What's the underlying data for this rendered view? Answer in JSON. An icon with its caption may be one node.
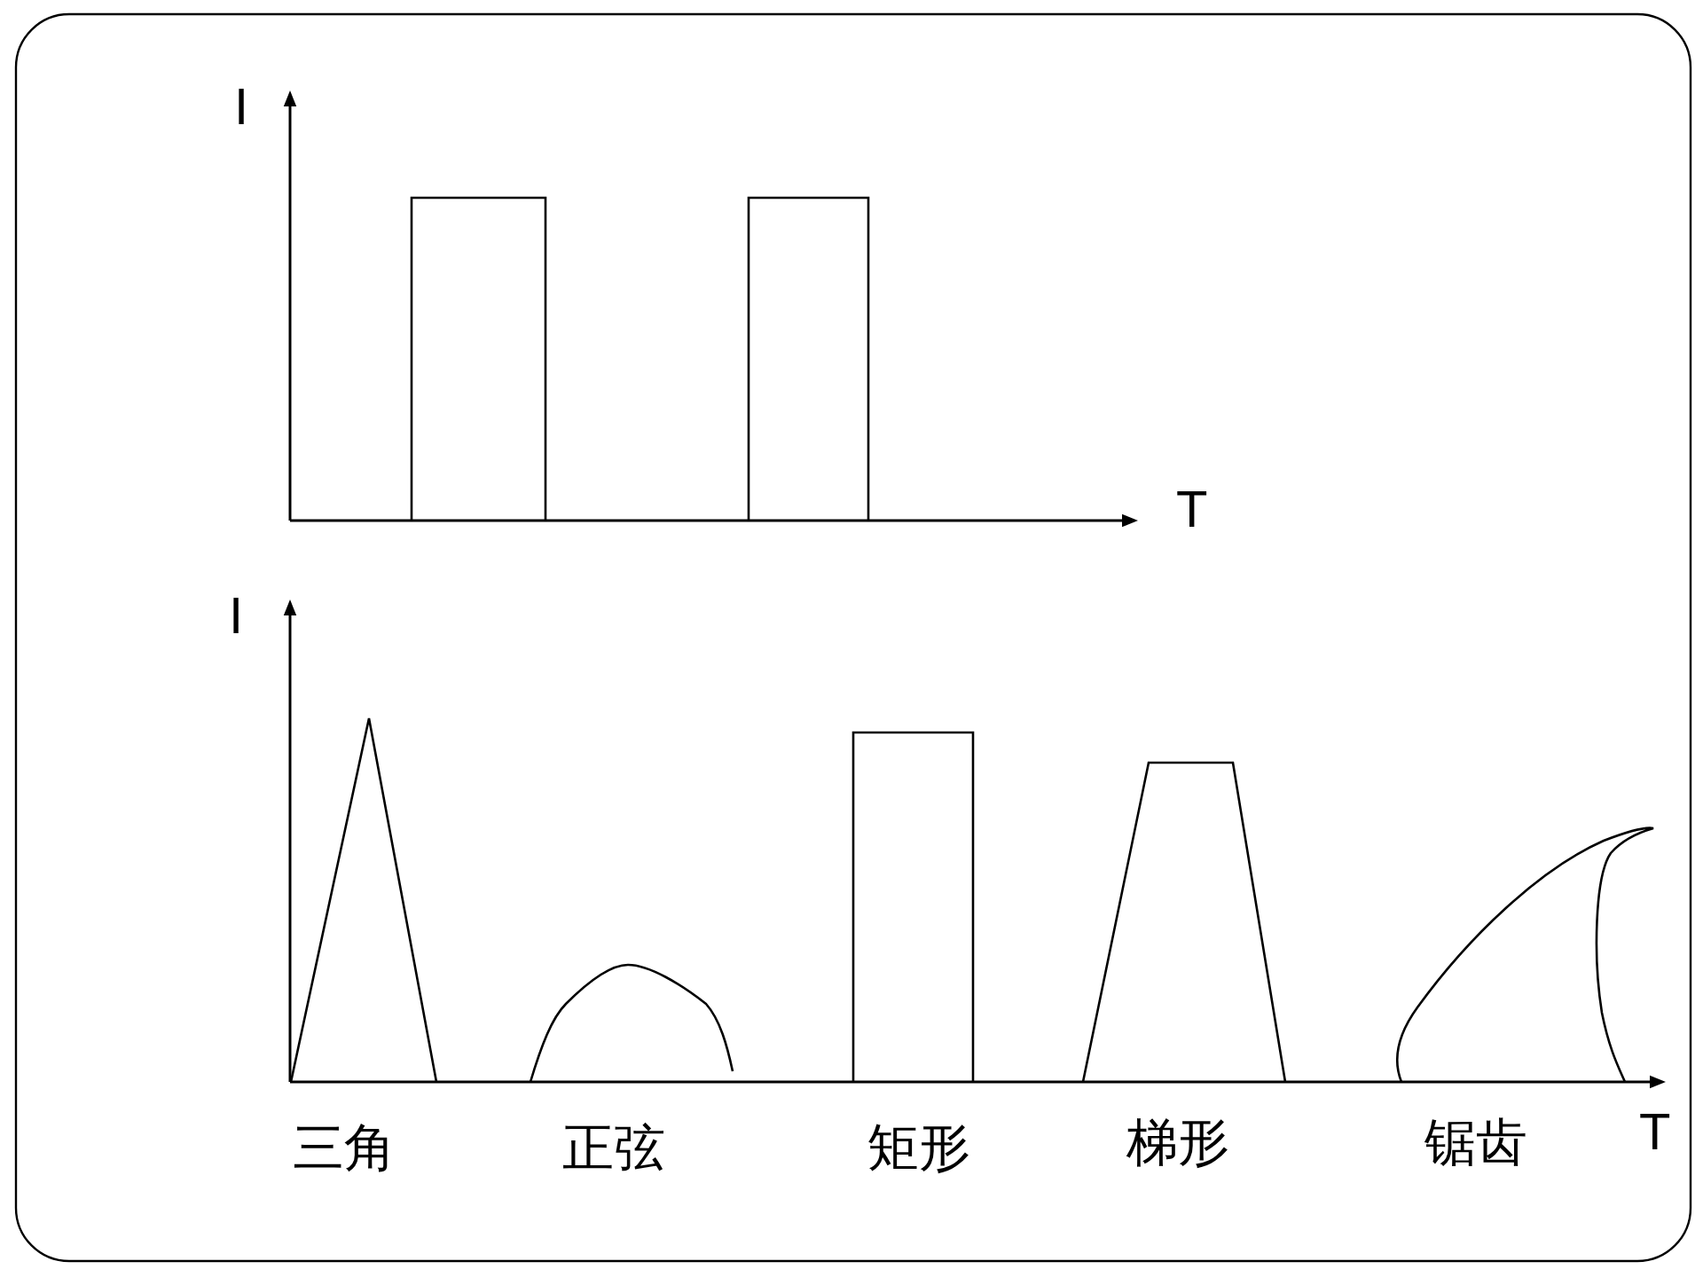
{
  "diagram": {
    "labels": [
      "I",
      "T",
      "I",
      "三角",
      "正弦",
      "矩形",
      "梯形",
      "锯齿",
      "T"
    ]
  }
}
